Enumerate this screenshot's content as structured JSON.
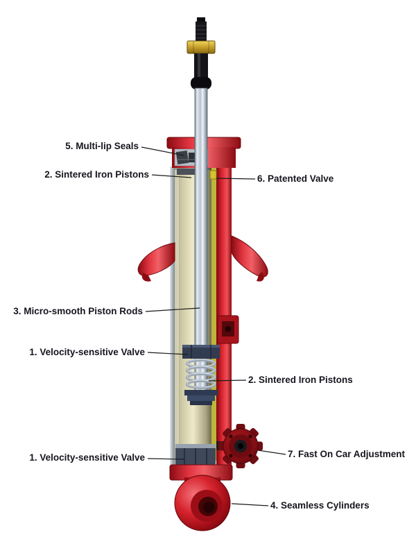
{
  "diagram": {
    "labels": [
      {
        "text": "5. Multi-lip Seals",
        "side": "left"
      },
      {
        "text": "2. Sintered Iron Pistons",
        "side": "left"
      },
      {
        "text": "6. Patented Valve",
        "side": "right"
      },
      {
        "text": "3. Micro-smooth Piston Rods",
        "side": "left"
      },
      {
        "text": "1. Velocity-sensitive Valve",
        "side": "left"
      },
      {
        "text": "2. Sintered Iron Pistons",
        "side": "right"
      },
      {
        "text": "1. Velocity-sensitive Valve",
        "side": "left"
      },
      {
        "text": "7. Fast On Car Adjustment",
        "side": "right"
      },
      {
        "text": "4. Seamless Cylinders",
        "side": "right"
      }
    ],
    "colors": {
      "body_red": "#c8141e",
      "brass_nut": "#d9b23a",
      "inner_cylinder_tan": "#efe9c8",
      "piston_navy": "#323c50",
      "label_text": "#15151e",
      "leader_line": "#1a1a1a",
      "background": "#ffffff"
    }
  }
}
